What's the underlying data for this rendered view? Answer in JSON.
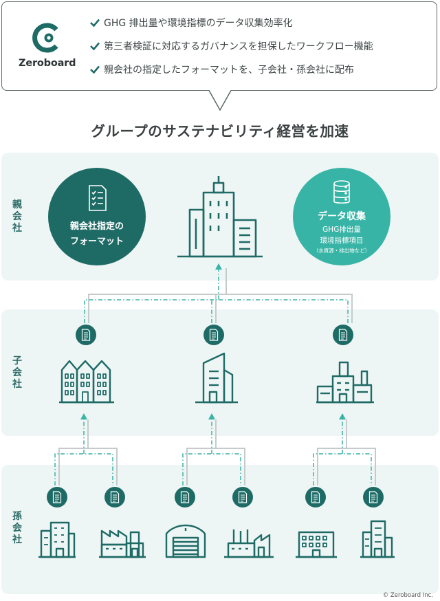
{
  "brand": {
    "name": "Zeroboard",
    "color": "#1e6b66"
  },
  "features": [
    "GHG 排出量や環境指標のデータ収集効率化",
    "第三者検証に対応するガバナンスを担保したワークフロー機能",
    "親会社の指定したフォーマットを、子会社・孫会社に配布"
  ],
  "headline": "グループのサステナビリティ経営を加速",
  "tiers": {
    "parent": "親会社",
    "child": "子会社",
    "grandchild": "孫会社"
  },
  "format_circle": {
    "line1": "親会社指定の",
    "line2": "フォーマット"
  },
  "data_circle": {
    "title": "データ収集",
    "line1": "GHG排出量",
    "line2": "環境指標項目",
    "line3": "（水資源・排出物など）"
  },
  "icons": {
    "building": "office-tower-icon",
    "document": "document-checklist-icon",
    "database": "database-icon",
    "factory": "factory-icon",
    "warehouse": "warehouse-icon"
  },
  "colors": {
    "dark_teal": "#1e6b66",
    "light_teal": "#38b4a6",
    "band": "#eef5f5",
    "connector": "#c2c8c8"
  },
  "copyright": "© Zeroboard Inc."
}
